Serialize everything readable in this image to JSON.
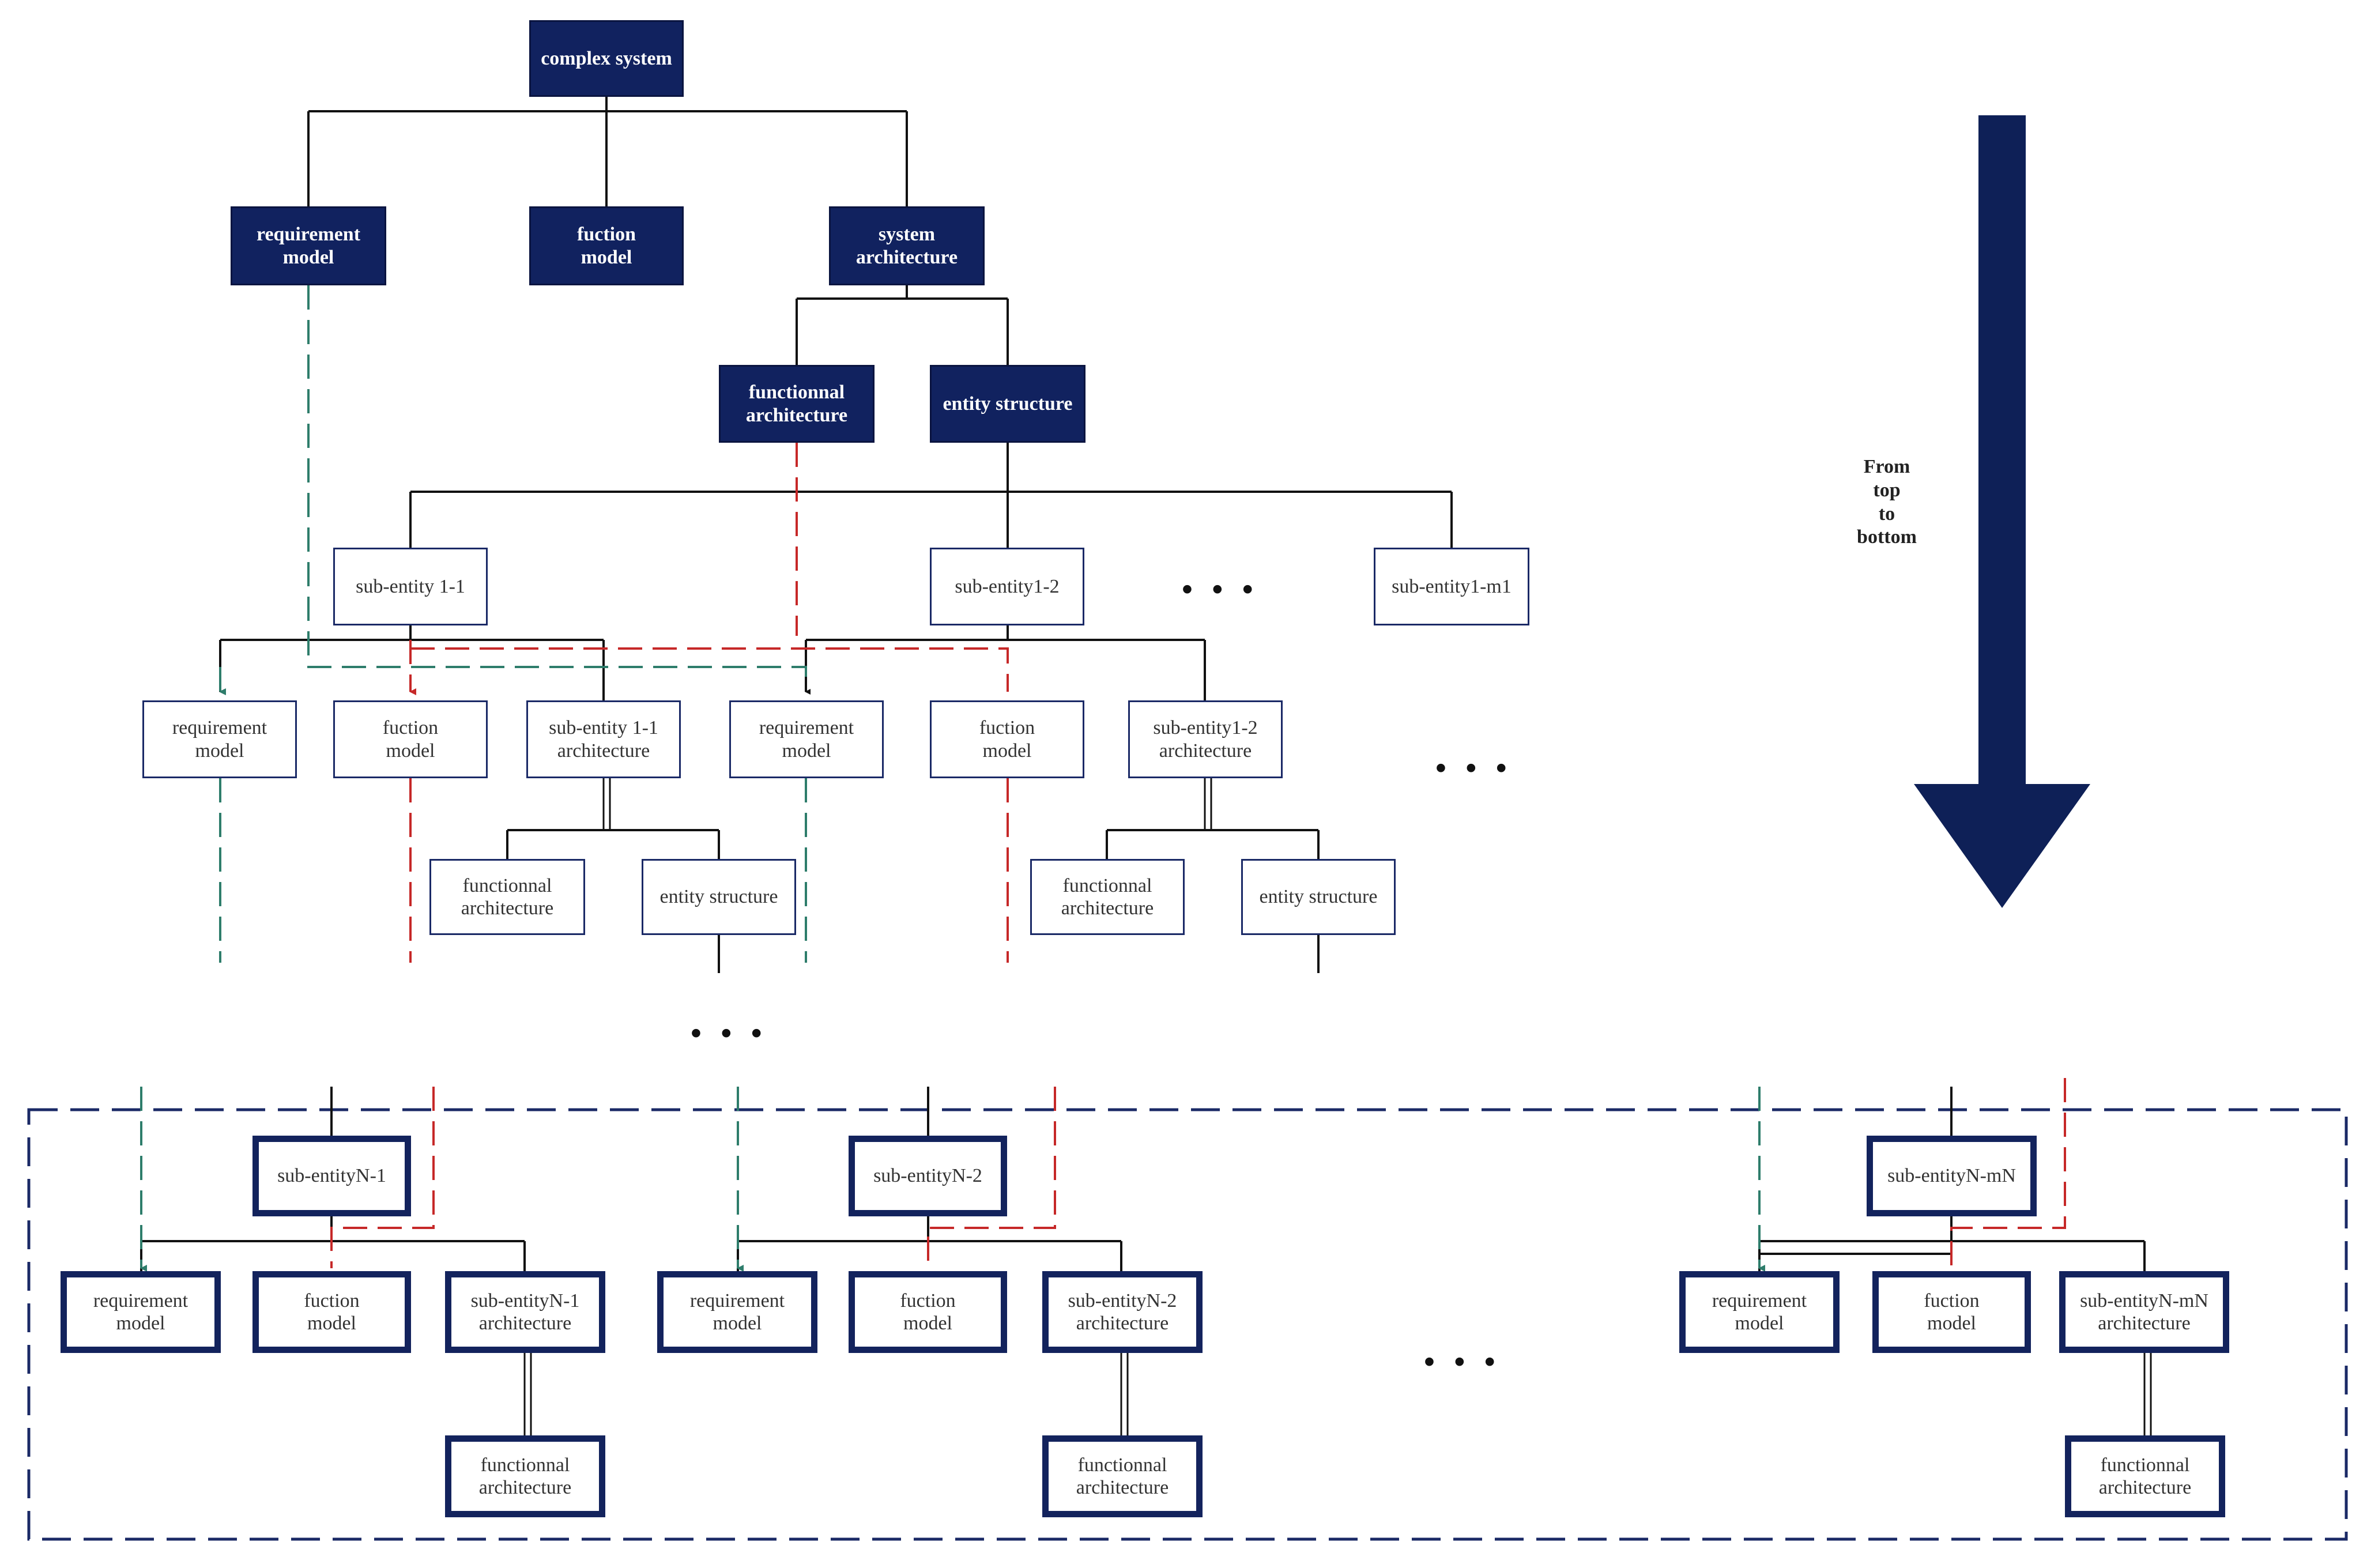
{
  "root": "complex system",
  "level1": [
    "requirement\nmodel",
    "fuction\nmodel",
    "system\narchitecture"
  ],
  "level2": [
    "functionnal\narchitecture",
    "entity structure"
  ],
  "subentities": {
    "e11": "sub-entity 1-1",
    "e12": "sub-entity1-2",
    "e1m": "sub-entity1-m1"
  },
  "children_e11": [
    "requirement\nmodel",
    "fuction\nmodel",
    "sub-entity 1-1\narchitecture"
  ],
  "children_e12": [
    "requirement\nmodel",
    "fuction\nmodel",
    "sub-entity1-2\narchitecture"
  ],
  "arch_e11": [
    "functionnal\narchitecture",
    "entity structure"
  ],
  "arch_e12": [
    "functionnal\narchitecture",
    "entity structure"
  ],
  "bottom": {
    "n1": {
      "entity": "sub-entityN-1",
      "children": [
        "requirement\nmodel",
        "fuction\nmodel",
        "sub-entityN-1\narchitecture"
      ],
      "func": "functionnal\narchitecture"
    },
    "n2": {
      "entity": "sub-entityN-2",
      "children": [
        "requirement\nmodel",
        "fuction\nmodel",
        "sub-entityN-2\narchitecture"
      ],
      "func": "functionnal\narchitecture"
    },
    "nm": {
      "entity": "sub-entityN-mN",
      "children": [
        "requirement\nmodel",
        "fuction\nmodel",
        "sub-entityN-mN\narchitecture"
      ],
      "func": "functionnal\narchitecture"
    }
  },
  "ellipsis": "• • •",
  "arrow_label": "From\ntop\nto\nbottom",
  "colors": {
    "dark_node": "#11225f",
    "trace_requirement": "#2e7d6b",
    "trace_function": "#c62828",
    "frame": "#1a2966",
    "arrow": "#0e2057"
  }
}
